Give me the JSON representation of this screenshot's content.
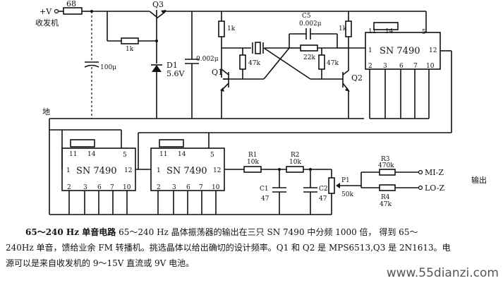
{
  "labels": {
    "plus_v": "+V",
    "transceiver": "收发机",
    "ground": "地",
    "output": "输出",
    "mi_z": "MI-Z",
    "lo_z": "LO-Z"
  },
  "components": {
    "r68": "68",
    "q3": "Q3",
    "r1k_a": "1k",
    "r1k_b": "1k",
    "r1k_c": "1k",
    "c100": "100μ",
    "d1": "D1",
    "d1_v": "5.6V",
    "c002a": "0.002μ",
    "c5": "C5",
    "c5_v": "0.002μ",
    "r47k_a": "47k",
    "r22k": "22k",
    "r47k_b": "47k",
    "q1": "Q1",
    "q2": "Q2",
    "r1": "R1",
    "r1_v": "10k",
    "r2": "R2",
    "r2_v": "10k",
    "c1": "C1",
    "c1_v": "47",
    "c2": "C2",
    "c2_v": "47",
    "p1": "P1",
    "p1_v": "50k",
    "r3": "R3",
    "r3_v": "470k",
    "r4": "R4",
    "r4_v": "47k"
  },
  "chips": [
    {
      "name": "SN 7490",
      "pin_tl": "11",
      "pin_tm": "14",
      "pin_tr": "5",
      "pin_l": "1",
      "pin_r": "12",
      "pins_bottom": [
        "2",
        "3",
        "6",
        "7",
        "10"
      ]
    },
    {
      "name": "SN 7490",
      "pin_tl": "11",
      "pin_tm": "14",
      "pin_tr": "5",
      "pin_l": "1",
      "pin_r": "12",
      "pins_bottom": [
        "2",
        "3",
        "6",
        "7",
        "10"
      ]
    },
    {
      "name": "SN 7490",
      "pin_tl": "11",
      "pin_tm": "14",
      "pin_tr": "5",
      "pin_l": "1",
      "pin_r": "12",
      "pins_bottom": [
        "2",
        "3",
        "6",
        "7",
        "10"
      ]
    }
  ],
  "caption": {
    "title": "65～240 Hz 单音电路",
    "line1": "65～240 Hz 晶体振荡器的输出在三只 SN 7490 中分频 1000 倍， 得到 65～",
    "line2": "240Hz 单音，馈给业余 FM 转播机。挑选晶体以给出确切的设计频率。Q1 和 Q2 是 MPS6513,Q3 是 2N1613。电",
    "line3": "源可以是来自收发机的 9～15V 直流或 9V 电池。"
  },
  "watermark": "www.55dianzi.com"
}
